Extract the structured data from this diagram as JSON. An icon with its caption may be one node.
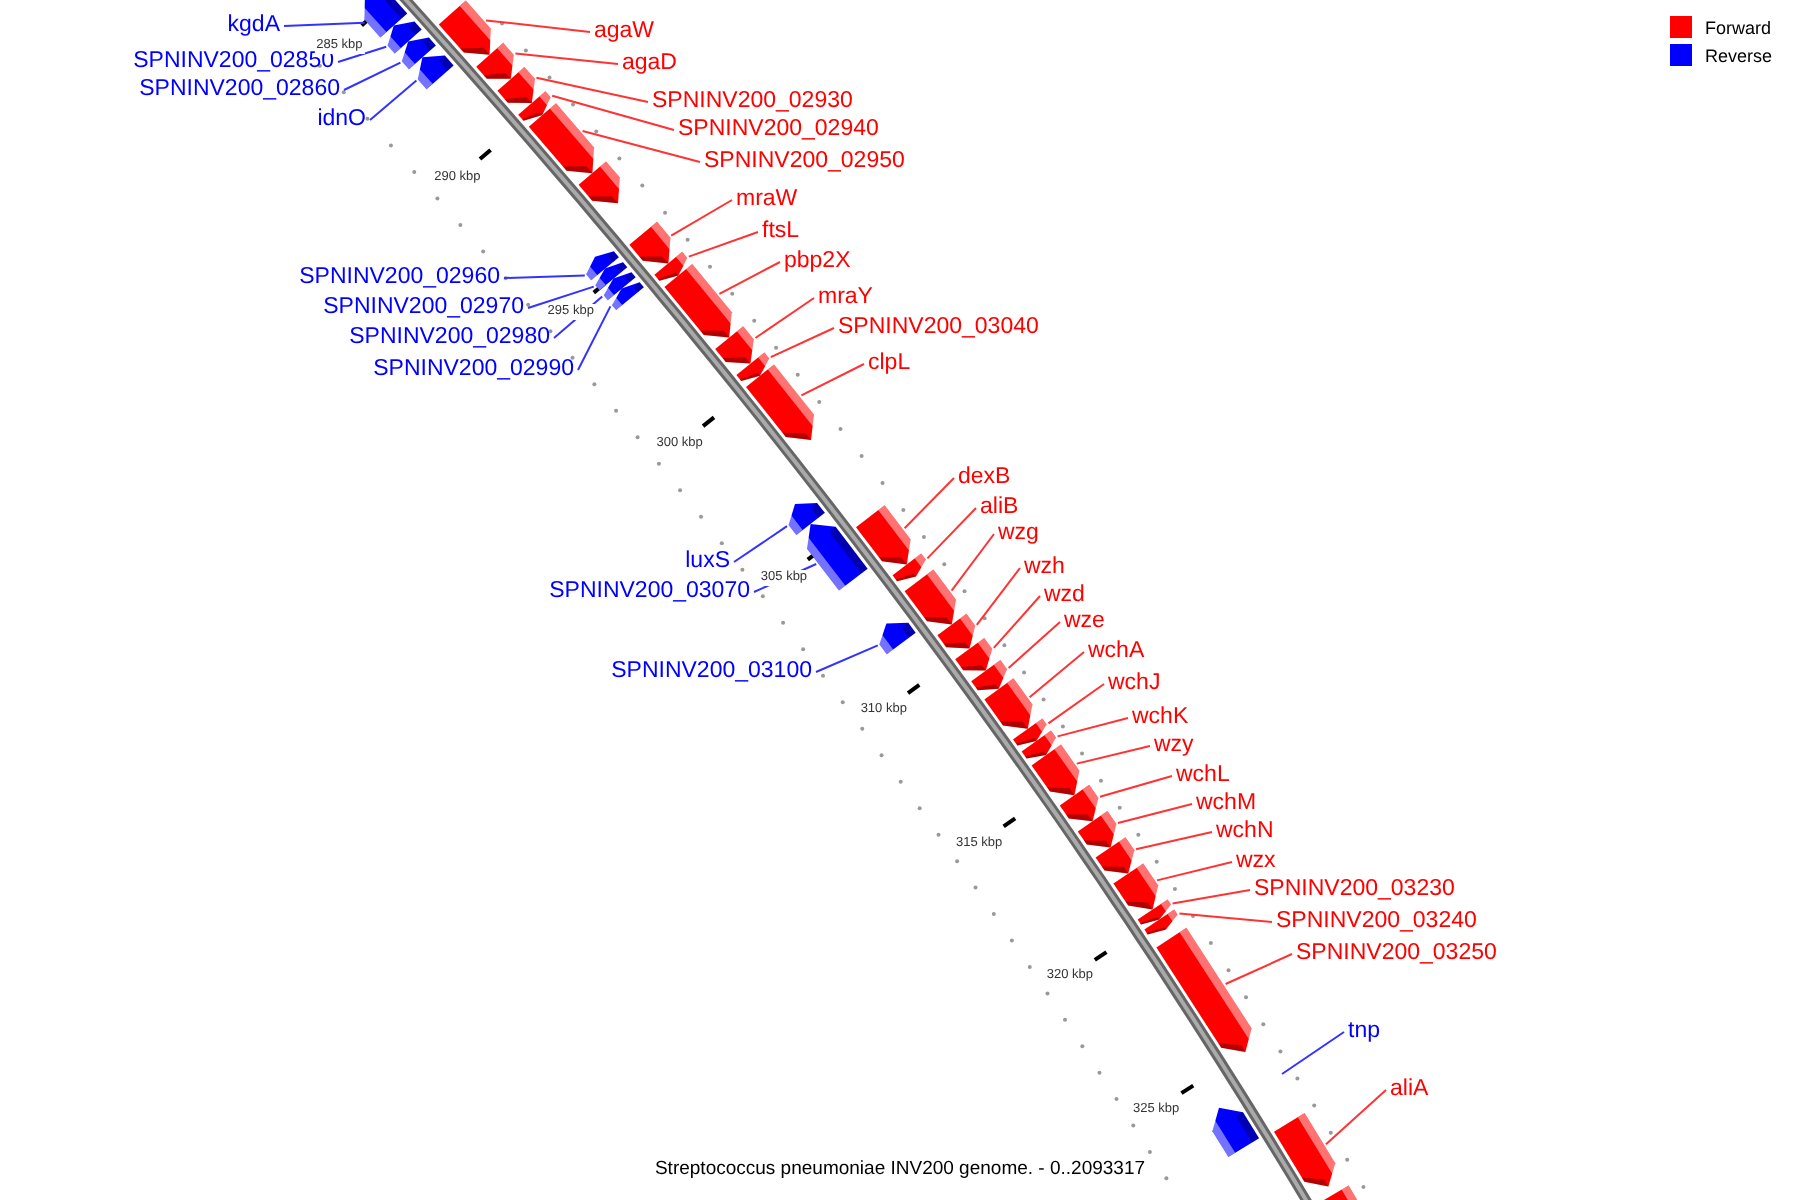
{
  "diagram": {
    "caption": "Streptococcus pneumoniae INV200 genome. - 0..2093317",
    "nodes": [
      {
        "text": [
          "kgdA"
        ]
      },
      {
        "text": [
          "SPNINV200_02850"
        ]
      },
      {
        "text": [
          "SPNINV200_02860"
        ]
      },
      {
        "text": [
          "idnO"
        ]
      },
      {
        "text": [
          "agaW"
        ]
      },
      {
        "text": [
          "agaD"
        ]
      },
      {
        "text": [
          "SPNINV200_02930"
        ]
      },
      {
        "text": [
          "SPNINV200_02940"
        ]
      },
      {
        "text": [
          "SPNINV200_02950"
        ]
      },
      {
        "text": [
          "mraW"
        ]
      },
      {
        "text": [
          "ftsL"
        ]
      },
      {
        "text": [
          "pbp2X"
        ]
      },
      {
        "text": [
          "mraY"
        ]
      },
      {
        "text": [
          "SPNINV200_02960"
        ]
      },
      {
        "text": [
          "SPNINV200_02970"
        ]
      },
      {
        "text": [
          "SPNINV200_02980"
        ]
      },
      {
        "text": [
          "SPNINV200_02990"
        ]
      },
      {
        "text": [
          "SPNINV200_03040"
        ]
      },
      {
        "text": [
          "clpL"
        ]
      },
      {
        "text": [
          "dexB"
        ]
      },
      {
        "text": [
          "aliB"
        ]
      },
      {
        "text": [
          "wzg"
        ]
      },
      {
        "text": [
          "wzh"
        ]
      },
      {
        "text": [
          "luxS"
        ]
      },
      {
        "text": [
          "SPNINV200_03070"
        ]
      },
      {
        "text": [
          "wzd"
        ]
      },
      {
        "text": [
          "wze"
        ]
      },
      {
        "text": [
          "wchA"
        ]
      },
      {
        "text": [
          "SPNINV200_03100"
        ]
      },
      {
        "text": [
          "wchJ"
        ]
      },
      {
        "text": [
          "wchK"
        ]
      },
      {
        "text": [
          "wzy"
        ]
      },
      {
        "text": [
          "wchL"
        ]
      },
      {
        "text": [
          "wchM"
        ]
      },
      {
        "text": [
          "wchN"
        ]
      },
      {
        "text": [
          "wzx"
        ]
      },
      {
        "text": [
          "SPNINV200_03230"
        ]
      },
      {
        "text": [
          "SPNINV200_03240"
        ]
      },
      {
        "text": [
          "SPNINV200_03250"
        ]
      },
      {
        "text": [
          "tnp"
        ]
      },
      {
        "text": [
          "aliA"
        ]
      },
      {
        "text": [],
        "shape": "bar"
      },
      {
        "text": [],
        "shape": "bar"
      },
      {
        "text": [],
        "shape": "bar"
      },
      {
        "text": [],
        "shape": "bar"
      },
      {
        "text": [],
        "shape": "bar"
      },
      {
        "text": [],
        "shape": "bar"
      },
      {
        "text": [],
        "shape": "bar"
      },
      {
        "text": [],
        "shape": "bar"
      },
      {
        "text": [],
        "shape": "bar"
      },
      {
        "text": [],
        "shape": "bar"
      },
      {
        "text": [],
        "shape": "bar"
      },
      {
        "text": [],
        "shape": "bar"
      },
      {
        "text": [],
        "shape": "bar"
      },
      {
        "text": [],
        "shape": "bar"
      },
      {
        "text": [],
        "shape": "bar"
      },
      {
        "text": [],
        "shape": "bar"
      },
      {
        "text": [],
        "shape": "bar"
      },
      {
        "text": [],
        "shape": "bar"
      },
      {
        "text": [],
        "shape": "bar"
      },
      {
        "text": [],
        "shape": "bar"
      },
      {
        "text": [],
        "shape": "bar"
      },
      {
        "text": [],
        "shape": "bar"
      },
      {
        "text": [],
        "shape": "bar"
      },
      {
        "text": [],
        "shape": "bar"
      },
      {
        "text": [],
        "shape": "bar"
      },
      {
        "text": [],
        "shape": "bar"
      },
      {
        "text": [],
        "shape": "bar"
      },
      {
        "text": [],
        "shape": "bar"
      },
      {
        "text": [],
        "shape": "bar"
      },
      {
        "text": [],
        "shape": "bar"
      },
      {
        "text": [],
        "shape": "bar"
      },
      {
        "text": [],
        "shape": "bar"
      },
      {
        "text": [],
        "shape": "bar"
      },
      {
        "text": [],
        "shape": "bar"
      },
      {
        "text": [],
        "shape": "bar"
      },
      {
        "text": [],
        "shape": "bar"
      },
      {
        "text": [],
        "shape": "bar"
      },
      {
        "text": [],
        "shape": "bar"
      },
      {
        "text": [],
        "shape": "bar"
      },
      {
        "text": [],
        "shape": "bar"
      },
      {
        "text": [],
        "shape": "bar"
      },
      {
        "text": [],
        "shape": "bar"
      },
      {
        "text": [],
        "shape": "bar"
      }
    ],
    "edges": [
      {
        "from": 0,
        "to": 41,
        "arrow": "none",
        "color": "#3333ff"
      },
      {
        "from": 1,
        "to": 42,
        "arrow": "none",
        "color": "#3333ff"
      },
      {
        "from": 2,
        "to": 43,
        "arrow": "none",
        "color": "#3333ff"
      },
      {
        "from": 3,
        "to": 45,
        "arrow": "none",
        "color": "#3333ff"
      },
      {
        "from": 4,
        "to": 44,
        "arrow": "none"
      },
      {
        "from": 5,
        "to": 46,
        "arrow": "none"
      },
      {
        "from": 6,
        "to": 47,
        "arrow": "none"
      },
      {
        "from": 7,
        "to": 48,
        "arrow": "none"
      },
      {
        "from": 8,
        "to": 49,
        "arrow": "none"
      },
      {
        "from": 9,
        "to": 52,
        "arrow": "none"
      },
      {
        "from": 10,
        "to": 56,
        "arrow": "none"
      },
      {
        "from": 11,
        "to": 57,
        "arrow": "none"
      },
      {
        "from": 12,
        "to": 58,
        "arrow": "none"
      },
      {
        "from": 13,
        "to": 51,
        "arrow": "none",
        "color": "#3333ff"
      },
      {
        "from": 14,
        "to": 53,
        "arrow": "none",
        "color": "#3333ff"
      },
      {
        "from": 15,
        "to": 54,
        "arrow": "none",
        "color": "#3333ff"
      },
      {
        "from": 16,
        "to": 55,
        "arrow": "none",
        "color": "#3333ff"
      },
      {
        "from": 17,
        "to": 59,
        "arrow": "none"
      },
      {
        "from": 18,
        "to": 60,
        "arrow": "none"
      },
      {
        "from": 19,
        "to": 63,
        "arrow": "none"
      },
      {
        "from": 20,
        "to": 64,
        "arrow": "none"
      },
      {
        "from": 21,
        "to": 65,
        "arrow": "none"
      },
      {
        "from": 22,
        "to": 67,
        "arrow": "none"
      },
      {
        "from": 23,
        "to": 61,
        "arrow": "none",
        "color": "#3333ff"
      },
      {
        "from": 24,
        "to": 62,
        "arrow": "none",
        "color": "#3333ff"
      },
      {
        "from": 25,
        "to": 68,
        "arrow": "none"
      },
      {
        "from": 26,
        "to": 69,
        "arrow": "none"
      },
      {
        "from": 27,
        "to": 70,
        "arrow": "none"
      },
      {
        "from": 28,
        "to": 66,
        "arrow": "none",
        "color": "#3333ff"
      },
      {
        "from": 29,
        "to": 71,
        "arrow": "none"
      },
      {
        "from": 30,
        "to": 72,
        "arrow": "none"
      },
      {
        "from": 31,
        "to": 73,
        "arrow": "none"
      },
      {
        "from": 32,
        "to": 74,
        "arrow": "none"
      },
      {
        "from": 33,
        "to": 75,
        "arrow": "none"
      },
      {
        "from": 34,
        "to": 76,
        "arrow": "none"
      },
      {
        "from": 35,
        "to": 77,
        "arrow": "none"
      },
      {
        "from": 36,
        "to": 78,
        "arrow": "none"
      },
      {
        "from": 37,
        "to": 79,
        "arrow": "none"
      },
      {
        "from": 38,
        "to": 80,
        "arrow": "none"
      },
      {
        "from": 39,
        "to": null,
        "arrow": "none",
        "color": "#3333ff"
      },
      {
        "from": 40,
        "to": 82,
        "arrow": "none"
      }
    ],
    "labels": [
      "285 kbp",
      "290 kbp",
      "295 kbp",
      "300 kbp",
      "305 kbp",
      "310 kbp",
      "315 kbp",
      "320 kbp",
      "325 kbp"
    ],
    "legend": [
      {
        "text": "Forward",
        "color": "#ff0000"
      },
      {
        "text": "Reverse",
        "color": "#0000ff"
      }
    ]
  }
}
